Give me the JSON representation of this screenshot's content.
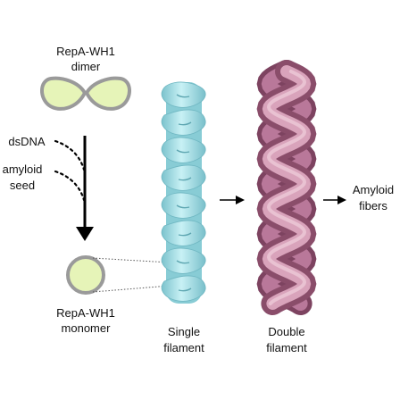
{
  "labels": {
    "dimer_line1": "RepA-WH1",
    "dimer_line2": "dimer",
    "dsdna": "dsDNA",
    "amyloid_seed_line1": "amyloid",
    "amyloid_seed_line2": "seed",
    "monomer_line1": "RepA-WH1",
    "monomer_line2": "monomer",
    "single_line1": "Single",
    "single_line2": "filament",
    "double_line1": "Double",
    "double_line2": "filament",
    "fibers_line1": "Amyloid",
    "fibers_line2": "fibers"
  },
  "colors": {
    "domain_fill": "#e6f4b8",
    "domain_stroke": "#9a9a9a",
    "single_filament": "#a9e3ea",
    "single_filament_shade": "#6fb7c2",
    "double_filament": "#c98aa6",
    "double_filament_shade": "#8c4f6c",
    "arrow": "#000000"
  }
}
